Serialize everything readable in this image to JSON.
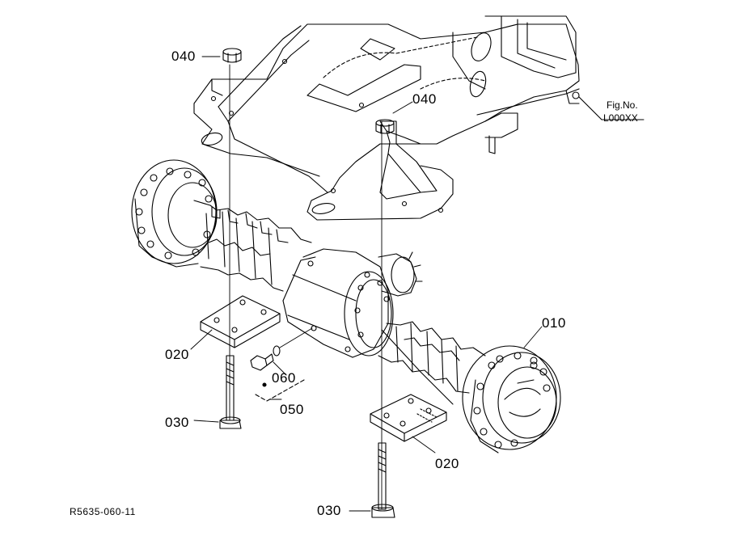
{
  "diagram": {
    "figure_ref_label": "Fig.No.",
    "figure_ref_value": "L000XX",
    "drawing_code": "R5635-060-11",
    "callouts": {
      "c010": "010",
      "c020_left": "020",
      "c020_right": "020",
      "c030_left": "030",
      "c030_bottom": "030",
      "c040_left": "040",
      "c040_right": "040",
      "c050": "050",
      "c060": "060"
    }
  }
}
